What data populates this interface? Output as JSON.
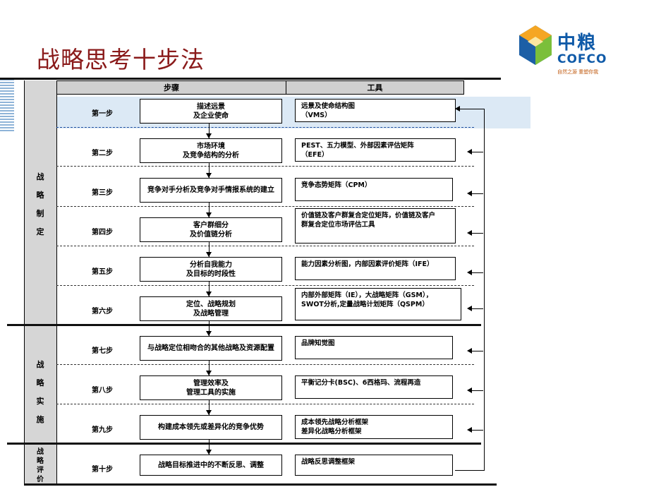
{
  "title": "战略思考十步法",
  "logo": {
    "cn": "中粮",
    "en": "COFCO",
    "tagline": "自然之源 重塑你我"
  },
  "headers": {
    "steps": "步骤",
    "tools": "工具"
  },
  "phases": {
    "formulation": [
      "战",
      "略",
      "制",
      "定"
    ],
    "implementation": [
      "战",
      "略",
      "实",
      "施"
    ],
    "evaluation": [
      "战",
      "略",
      "评",
      "价"
    ]
  },
  "colors": {
    "title": "#8a1a1a",
    "band": "#dce9f5",
    "phase_column": "#d6d6d6",
    "logo_blue": "#0f5aa8"
  },
  "steps": [
    {
      "label": "第一步",
      "action": "描述远景\n及企业使命",
      "tool": "远景及使命结构图\n（VMS）"
    },
    {
      "label": "第二步",
      "action": "市场环境\n及竞争结构的分析",
      "tool": "PEST、五力模型、外部因素评估矩阵\n（EFE）"
    },
    {
      "label": "第三步",
      "action": "竞争对手分析及竞争对手情报系统的建立",
      "tool": "竞争态势矩阵（CPM）"
    },
    {
      "label": "第四步",
      "action": "客户群细分\n及价值链分析",
      "tool": "价值链及客户群复合定位矩阵，价值链及客户\n群复合定位市场评估工具"
    },
    {
      "label": "第五步",
      "action": "分析自我能力\n及目标的时段性",
      "tool": "能力因素分析图，内部因素评价矩阵（IFE）"
    },
    {
      "label": "第六步",
      "action": "定位、战略规划\n及战略管理",
      "tool": "内部外部矩阵（IE），大战略矩阵（GSM），\nSWOT分析,定量战略计划矩阵（QSPM）"
    },
    {
      "label": "第七步",
      "action": "与战略定位相吻合的其他战略及资源配置",
      "tool": "品牌知觉图"
    },
    {
      "label": "第八步",
      "action": "管理效率及\n管理工具的实施",
      "tool": "平衡记分卡(BSC)、6西格玛、流程再造"
    },
    {
      "label": "第九步",
      "action": "构建成本领先或差异化的竞争优势",
      "tool": "成本领先战略分析框架\n差异化战略分析框架"
    },
    {
      "label": "第十步",
      "action": "战略目标推进中的不断反思、调整",
      "tool": "战略反思调整框架"
    }
  ]
}
